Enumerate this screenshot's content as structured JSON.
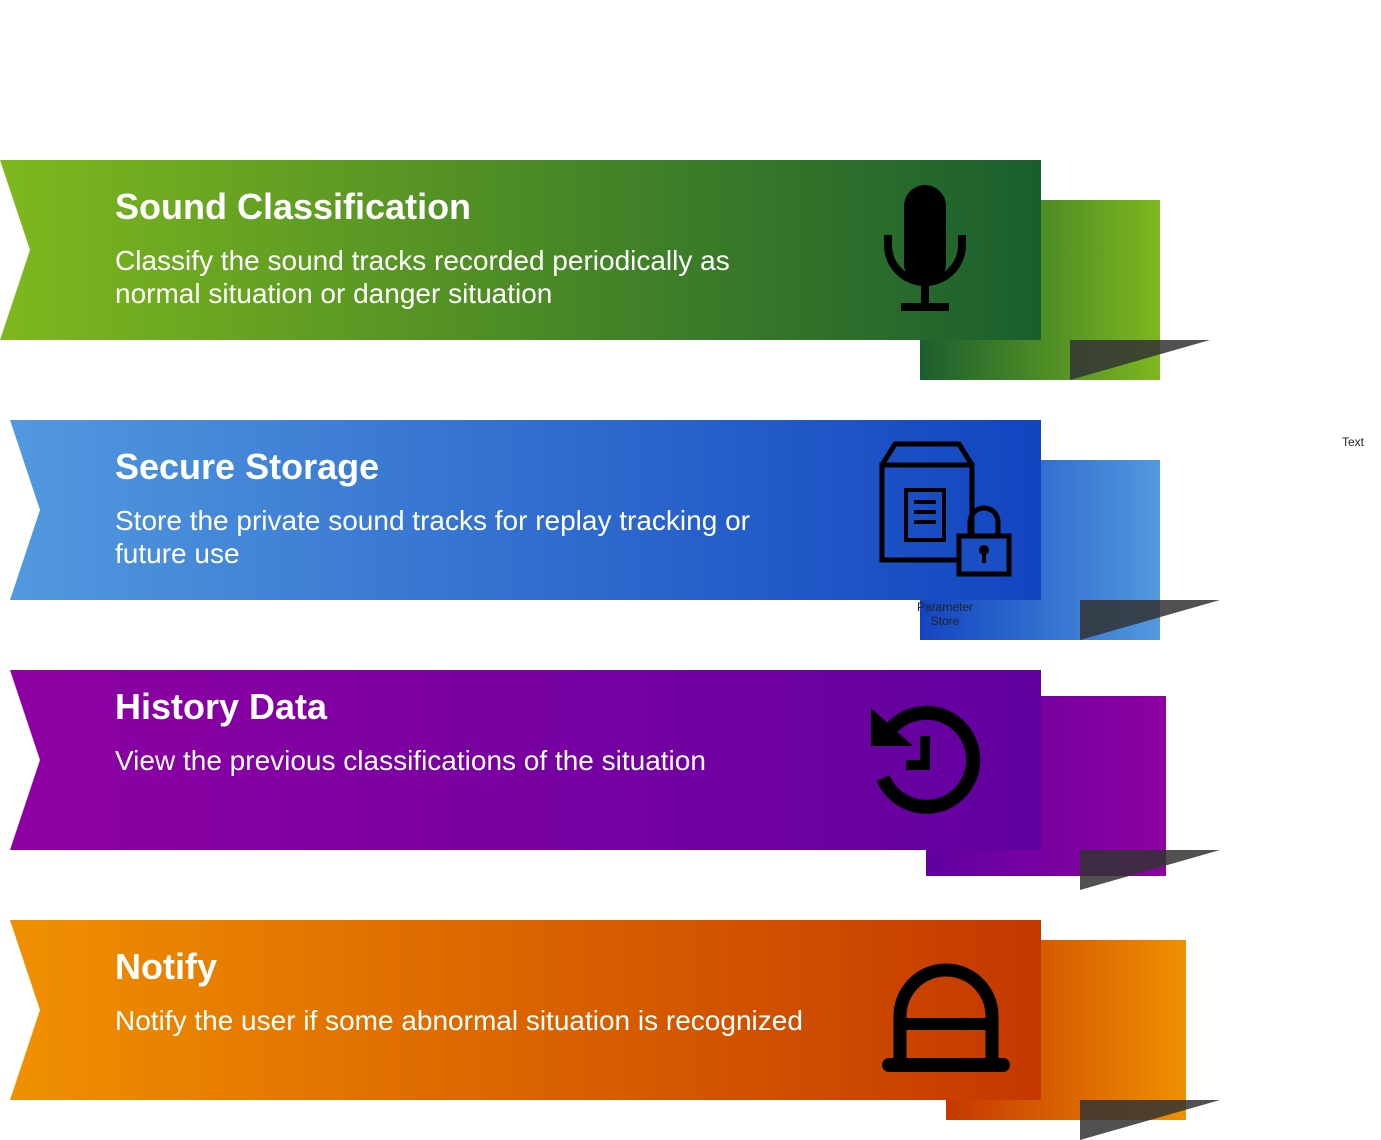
{
  "steps": [
    {
      "title": "Sound Classification",
      "description": "Classify the sound tracks recorded periodically as normal situation or danger situation",
      "icon": "microphone-icon",
      "colors": {
        "light": "#7fb81e",
        "dark": "#1a5e2e"
      }
    },
    {
      "title": "Secure Storage",
      "description": "Store the private sound tracks for replay tracking or future use",
      "icon": "parameter-store-icon",
      "icon_label": "Parameter Store",
      "colors": {
        "light": "#5299de",
        "dark": "#1244c0"
      }
    },
    {
      "title": "History Data",
      "description": "View the previous classifications of the situation",
      "icon": "history-icon",
      "colors": {
        "light": "#8e00a2",
        "dark": "#6200a0"
      }
    },
    {
      "title": "Notify",
      "description": "Notify the user if some abnormal situation is recognized",
      "icon": "alarm-bell-icon",
      "colors": {
        "light": "#f09000",
        "dark": "#c43800"
      }
    }
  ],
  "stray_label": "Text",
  "shadow_color": "#333333"
}
